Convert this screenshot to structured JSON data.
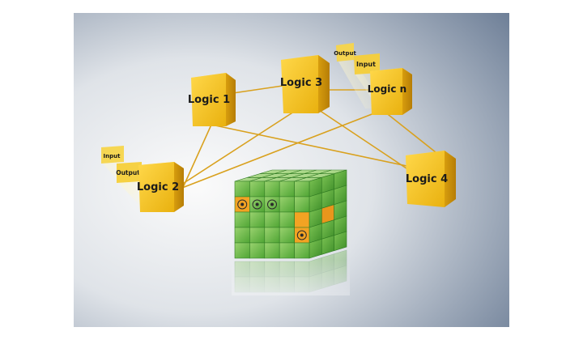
{
  "diagram": {
    "logic_blocks": {
      "logic1": "Logic 1",
      "logic2": "Logic 2",
      "logic3": "Logic 3",
      "logicn": "Logic n",
      "logic4": "Logic 4"
    },
    "io_tags": {
      "input_left": "Input",
      "output_left": "Output",
      "output_right": "Output",
      "input_right": "Input"
    },
    "colors": {
      "logic_block_face": "#f2c21a",
      "logic_block_side": "#c88f0a",
      "connection_line": "#d9a11e",
      "safety_cube_green": "#5cb43d",
      "safety_cube_orange": "#f2a323",
      "background_light": "#f5f6f7",
      "background_dark": "#6b7d94"
    },
    "icons": [
      "gear-hand-icon",
      "eye-icon",
      "gear-head-icon",
      "gear-hand-icon",
      "hand-icon"
    ]
  }
}
